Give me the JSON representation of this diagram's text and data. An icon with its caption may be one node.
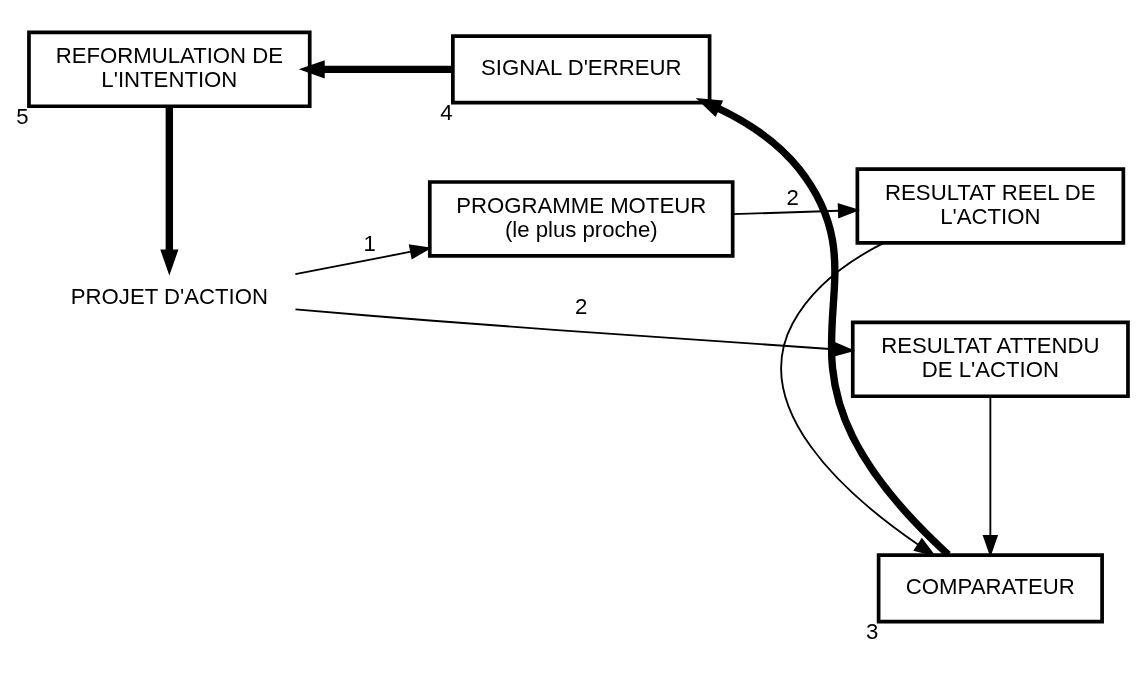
{
  "diagram": {
    "nodes": [
      {
        "text": [
          "PROJET D'ACTION"
        ]
      },
      {
        "text": [
          "PROGRAMME MOTEUR (le plus proche)"
        ]
      },
      {
        "text": [
          "RESULTAT REEL DE L'ACTION"
        ]
      },
      {
        "text": [
          "COMPARATEUR"
        ],
        "beside": [
          "3"
        ]
      },
      {
        "text": [
          "REFORMULATION DE L'INTENTION"
        ],
        "beside": [
          "5"
        ]
      },
      {
        "text": [
          "RESULTAT ATTENDU DE L'ACTION"
        ]
      },
      {
        "text": [
          "SIGNAL D'ERREUR"
        ],
        "beside": [
          "4"
        ]
      }
    ],
    "edges": [
      {
        "from": 0,
        "to": 1,
        "arrow": "to",
        "label": "1"
      },
      {
        "from": 1,
        "to": 2,
        "arrow": "to",
        "label": "2"
      },
      {
        "from": 0,
        "to": 5,
        "arrow": "to",
        "label": "2"
      },
      {
        "from": 2,
        "to": 3,
        "arrow": "to"
      },
      {
        "from": 5,
        "to": 3,
        "arrow": "to"
      },
      {
        "from": 3,
        "to": 6,
        "arrow": "to",
        "style": "thick"
      },
      {
        "from": 6,
        "to": 4,
        "arrow": "to",
        "style": "thick"
      },
      {
        "from": 4,
        "to": 0,
        "arrow": "to",
        "style": "thick"
      }
    ]
  }
}
